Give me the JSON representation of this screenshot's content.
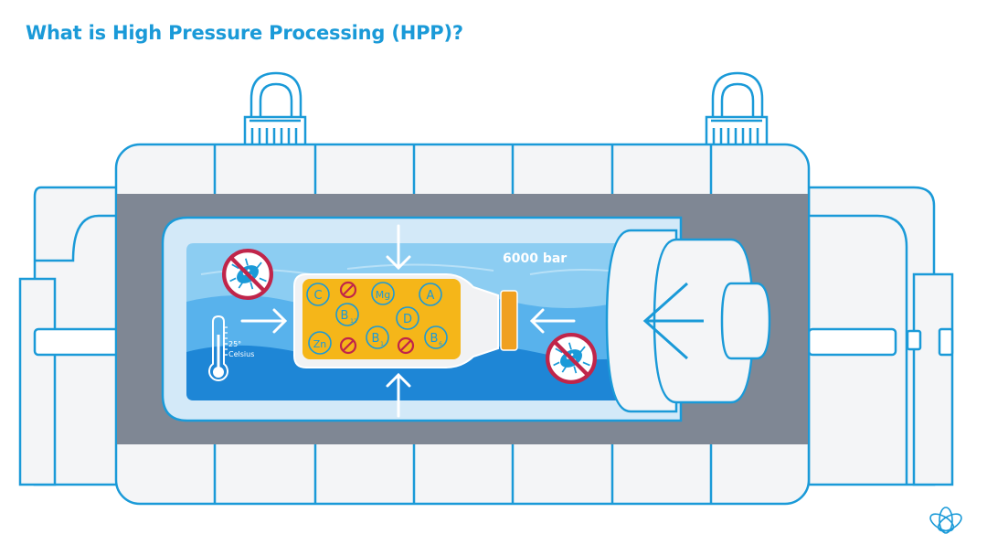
{
  "header": {
    "title": "What is High Pressure Processing (HPP)?"
  },
  "diagram": {
    "pressure_label": "6000 bar",
    "temperature": {
      "value": "25°",
      "unit": "Celsius"
    },
    "nutrients": [
      {
        "symbol": "C",
        "sub": ""
      },
      {
        "symbol": "Mg",
        "sub": ""
      },
      {
        "symbol": "A",
        "sub": ""
      },
      {
        "symbol": "B",
        "sub": "12"
      },
      {
        "symbol": "D",
        "sub": ""
      },
      {
        "symbol": "Zn",
        "sub": ""
      },
      {
        "symbol": "B",
        "sub": "1"
      },
      {
        "symbol": "B",
        "sub": "6"
      }
    ]
  },
  "colors": {
    "outline": "#1a9ad8",
    "machine_fill": "#f4f5f7",
    "chamber": "#7f8794",
    "water_light": "#8ccdf2",
    "water_dark": "#1e86d6",
    "juice": "#f5b619",
    "forbidden": "#c0254a"
  },
  "icons": {
    "brand_logo": "interlocking-rings-logo",
    "thermometer": "thermometer-icon",
    "microbe": "bacteria-icon"
  }
}
